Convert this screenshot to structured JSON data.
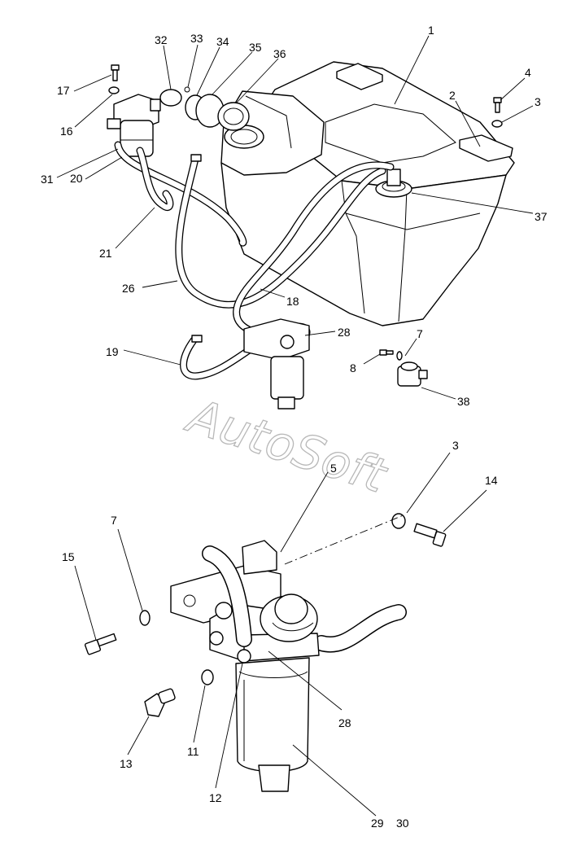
{
  "watermark": "AutoSoft",
  "callouts": [
    {
      "id": "c1",
      "text": "1"
    },
    {
      "id": "c2",
      "text": "2"
    },
    {
      "id": "c3a",
      "text": "3"
    },
    {
      "id": "c4",
      "text": "4"
    },
    {
      "id": "c16",
      "text": "16"
    },
    {
      "id": "c17",
      "text": "17"
    },
    {
      "id": "c18",
      "text": "18"
    },
    {
      "id": "c19",
      "text": "19"
    },
    {
      "id": "c20",
      "text": "20"
    },
    {
      "id": "c21",
      "text": "21"
    },
    {
      "id": "c26",
      "text": "26"
    },
    {
      "id": "c28a",
      "text": "28"
    },
    {
      "id": "c31",
      "text": "31"
    },
    {
      "id": "c32",
      "text": "32"
    },
    {
      "id": "c33",
      "text": "33"
    },
    {
      "id": "c34",
      "text": "34"
    },
    {
      "id": "c35",
      "text": "35"
    },
    {
      "id": "c36",
      "text": "36"
    },
    {
      "id": "c37",
      "text": "37"
    },
    {
      "id": "c7a",
      "text": "7"
    },
    {
      "id": "c8",
      "text": "8"
    },
    {
      "id": "c38",
      "text": "38"
    },
    {
      "id": "c3b",
      "text": "3"
    },
    {
      "id": "c5",
      "text": "5"
    },
    {
      "id": "c14",
      "text": "14"
    },
    {
      "id": "c7b",
      "text": "7"
    },
    {
      "id": "c15",
      "text": "15"
    },
    {
      "id": "c13",
      "text": "13"
    },
    {
      "id": "c11",
      "text": "11"
    },
    {
      "id": "c12",
      "text": "12"
    },
    {
      "id": "c28b",
      "text": "28"
    },
    {
      "id": "c29",
      "text": "29"
    },
    {
      "id": "c30",
      "text": "30"
    }
  ]
}
